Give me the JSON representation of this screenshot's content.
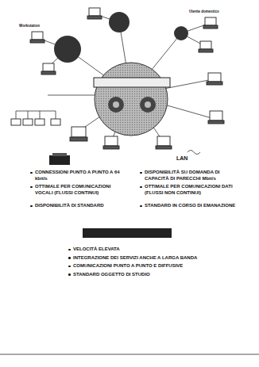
{
  "diagram": {
    "labels": [
      "LAN",
      "CONNESSIONI PUNTO A PUNTO A 64 kbit/s",
      "OTTIMALE PER COMUNICAZIONI VOCALI (FLUSSI CONTINUI)",
      "DISPONIBILITÀ DI STANDARD",
      "DISPONIBILITÀ SU DOMANDA DI CAPACITÀ DI PARECCHI Mbit/s",
      "OTTIMALE PER COMUNICAZIONI DATI (FLUSSI NON CONTINUI)",
      "STANDARD IN CORSO DI EMANAZIONE",
      "VELOCITÀ ELEVATA",
      "INTEGRAZIONE DEI SERVIZI ANCHE A LARGA BANDA",
      "COMUNICAZIONI PUNTO A PUNTO E DIFFUSIVE",
      "STANDARD OGGETTO DI STUDIO",
      "Workstation",
      "Utente domestico"
    ]
  }
}
